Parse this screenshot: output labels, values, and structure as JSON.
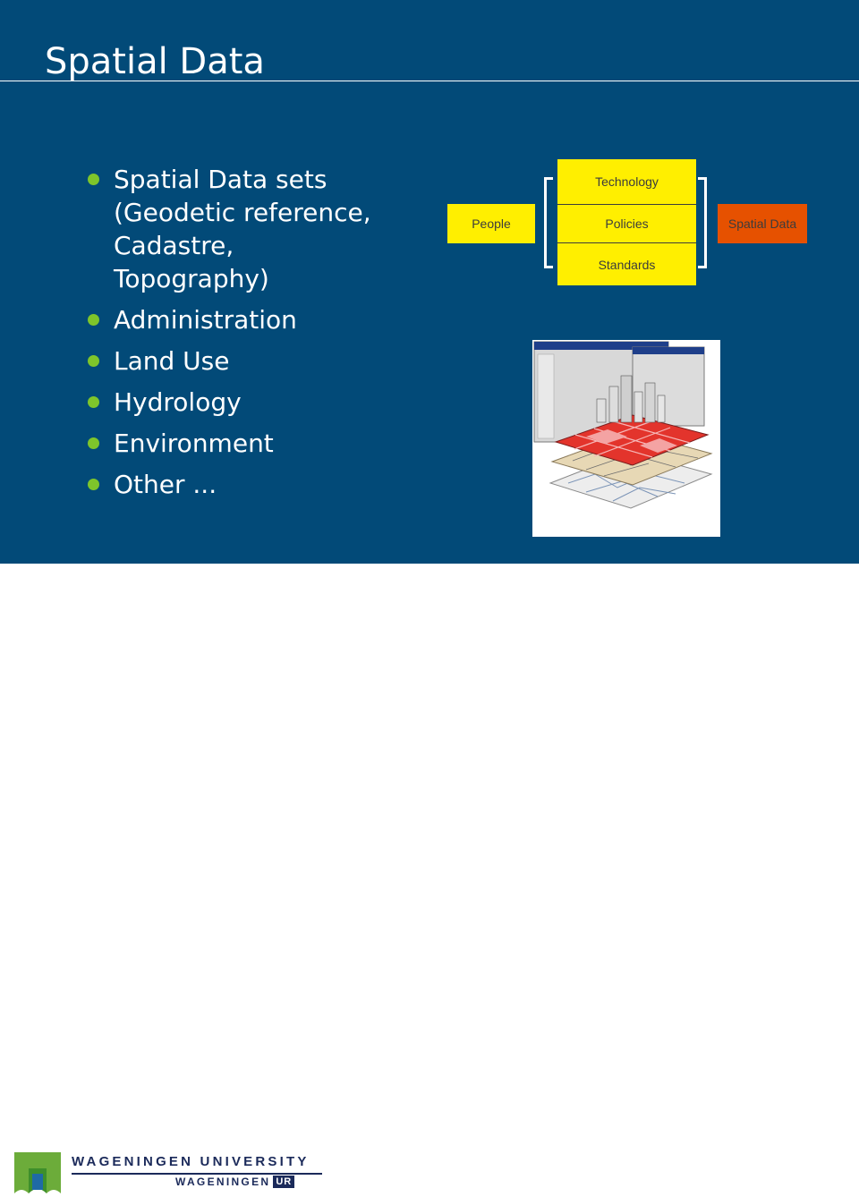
{
  "slide": {
    "title": "Spatial Data",
    "bullets": [
      {
        "text": "Spatial Data sets\n(Geodetic reference,\nCadastre,\nTopography)"
      },
      {
        "text": "Administration"
      },
      {
        "text": "Land Use"
      },
      {
        "text": "Hydrology"
      },
      {
        "text": "Environment"
      },
      {
        "text": "Other  ..."
      }
    ]
  },
  "diagram": {
    "people": "People",
    "technology": "Technology",
    "policies": "Policies",
    "standards": "Standards",
    "spatial_data": "Spatial Data"
  },
  "footer": {
    "university": "WAGENINGEN UNIVERSITY",
    "ur_name": "WAGENINGEN",
    "ur_badge": "UR"
  },
  "colors": {
    "background": "#024a78",
    "bullet": "#7ec52b",
    "diagram_box": "#ffef00",
    "spatial_box": "#e65100",
    "brand_navy": "#1b2a5a",
    "logo_green": "#6cac3a"
  }
}
